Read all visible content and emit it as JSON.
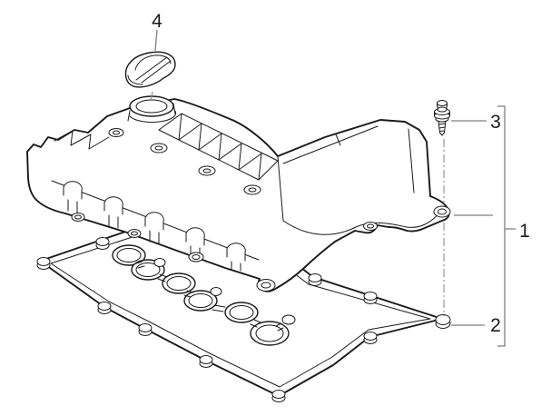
{
  "canvas": {
    "background": "#ffffff"
  },
  "colors": {
    "artwork_line": "#1a1a1a",
    "leader_line": "#7f7f7f",
    "centerline": "#8c8c8c",
    "callout_text": "#1a1a1a"
  },
  "callouts": {
    "cover": {
      "label": "1"
    },
    "gasket": {
      "label": "2"
    },
    "stud": {
      "label": "3"
    },
    "filler_cap": {
      "label": "4"
    }
  }
}
